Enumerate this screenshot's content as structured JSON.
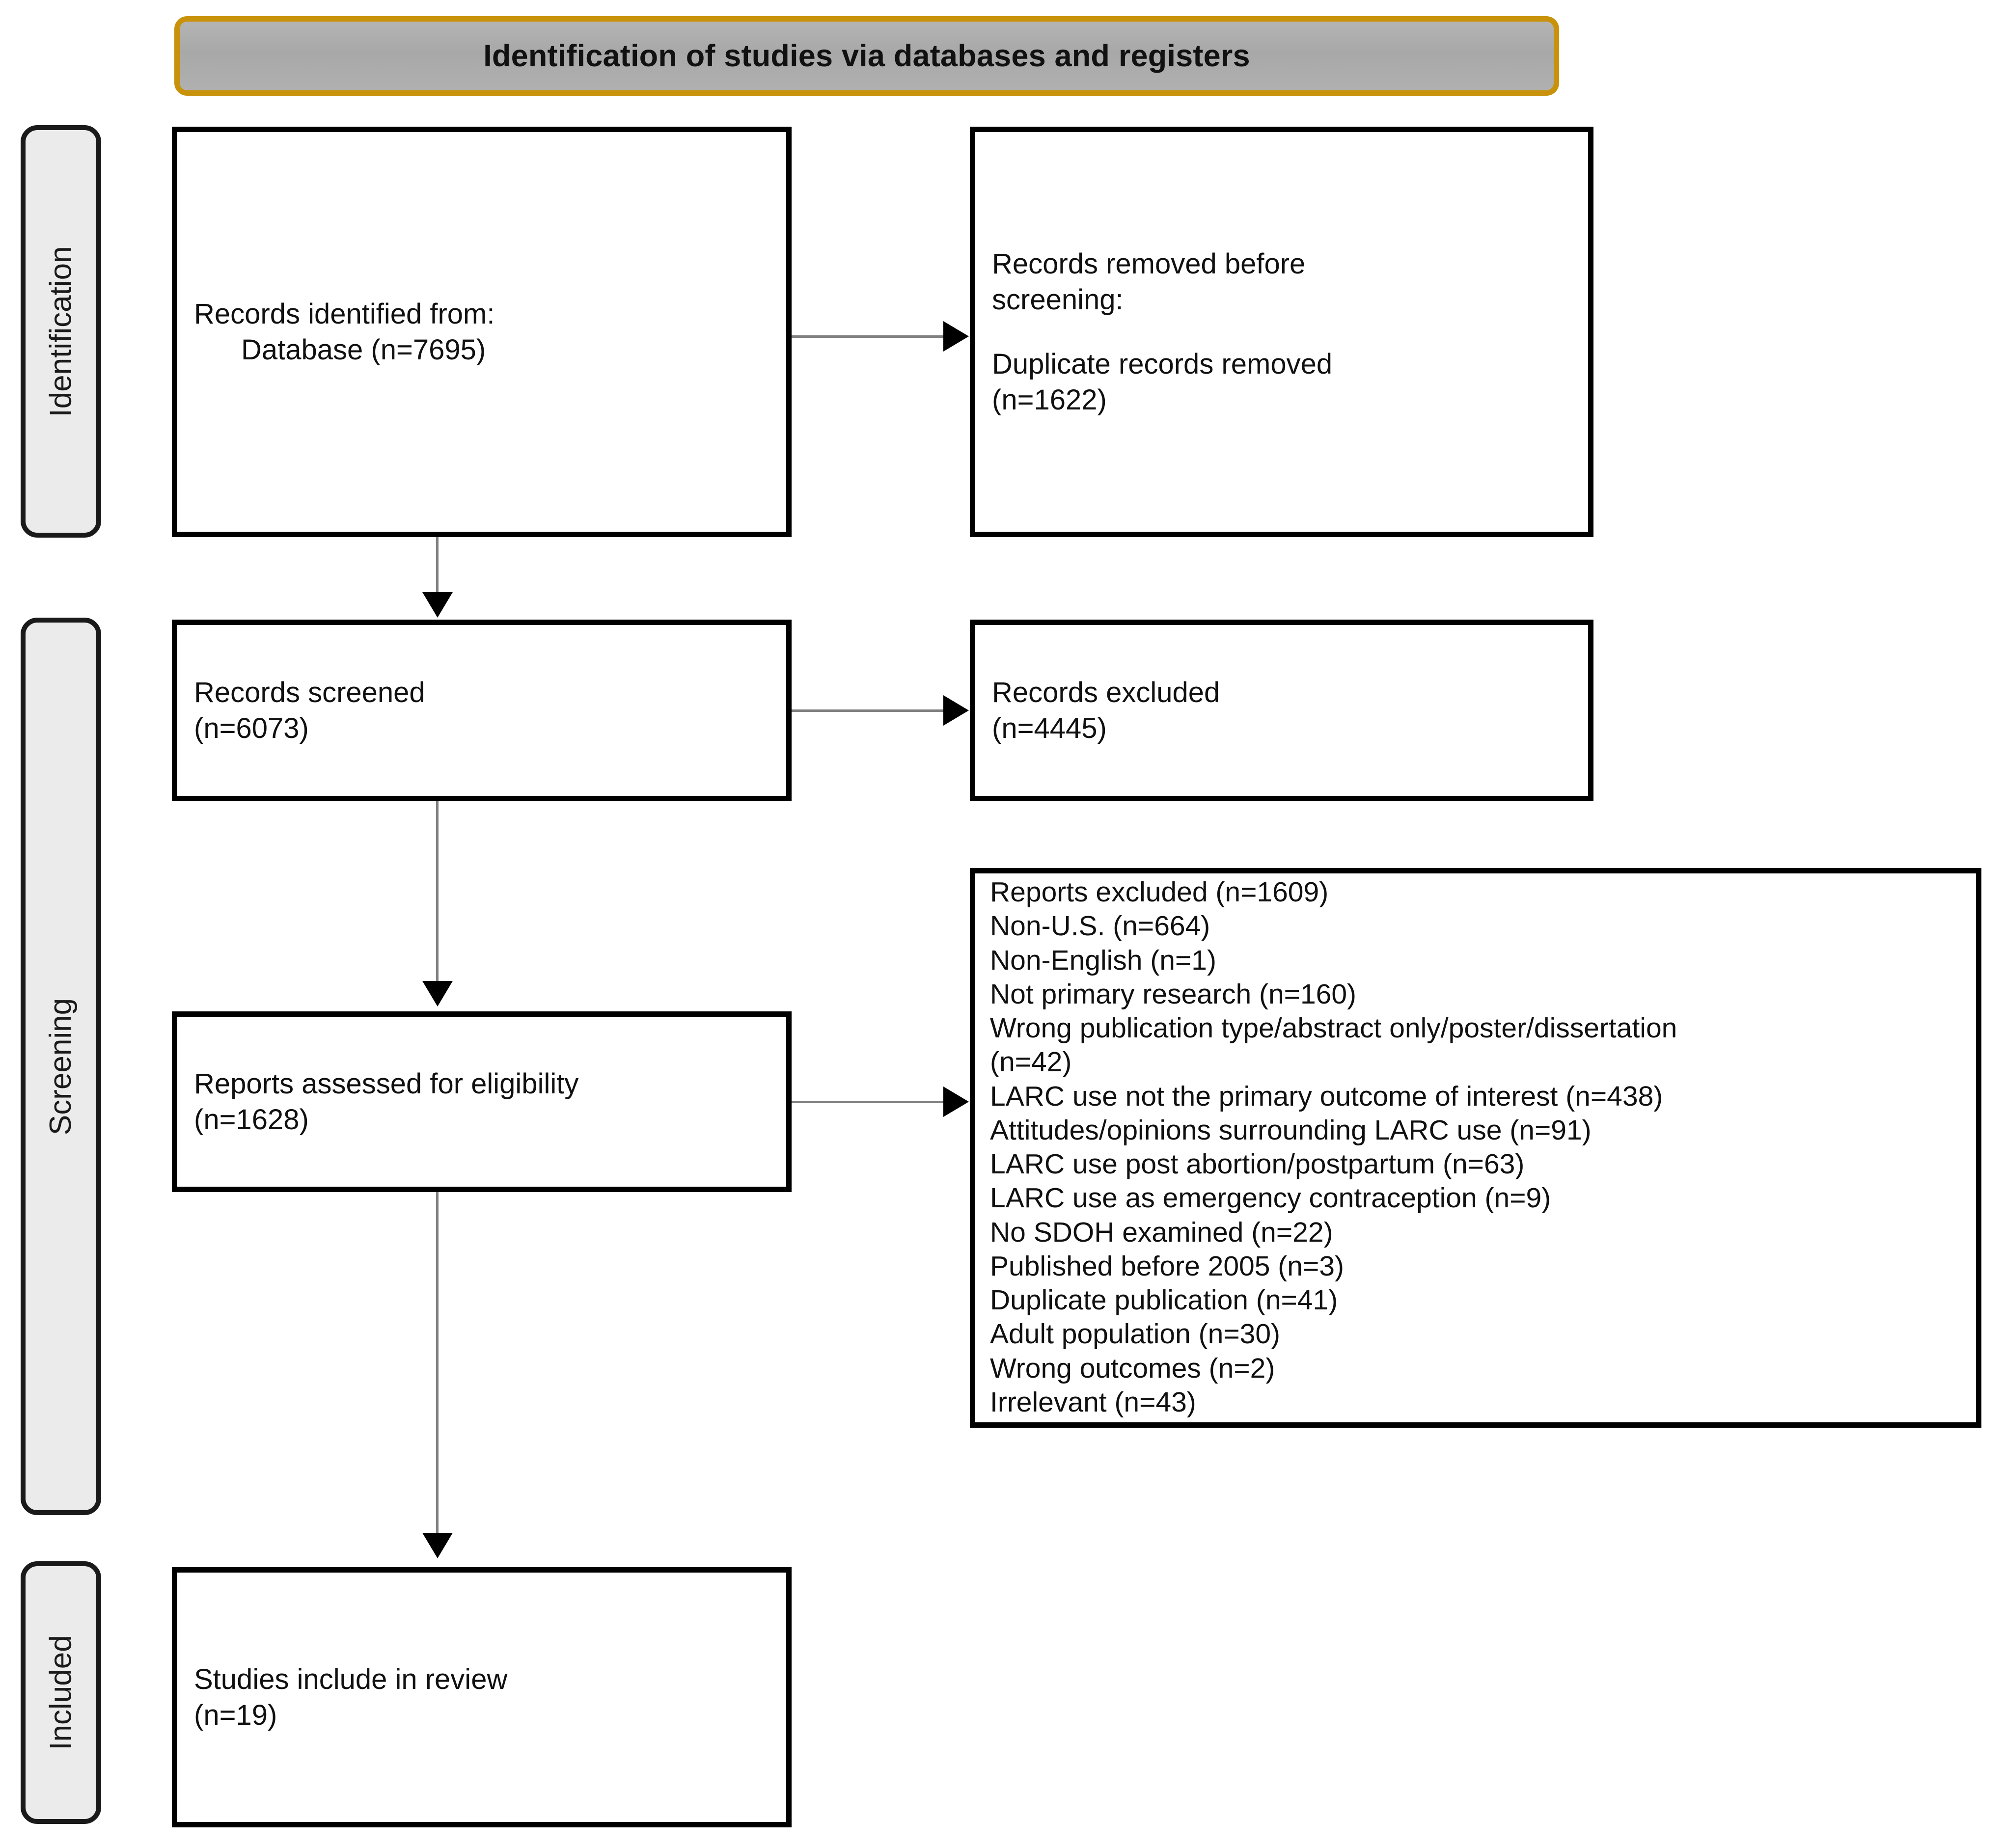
{
  "banner": {
    "title": "Identification of studies via databases and registers",
    "fill_color": "#ABABAB",
    "border_color": "#C8920A"
  },
  "stages": [
    {
      "id": "identification",
      "label": "Identification"
    },
    {
      "id": "screening",
      "label": "Screening"
    },
    {
      "id": "included",
      "label": "Included"
    }
  ],
  "boxes": {
    "identified": {
      "lines": [
        "Records identified from:",
        "Database (n=7695)"
      ],
      "count_label": "n=7695",
      "count": 7695
    },
    "removed": {
      "lines": [
        "Records removed before",
        "screening:",
        "",
        "Duplicate records removed",
        "(n=1622)"
      ],
      "count_label": "n=1622",
      "count": 1622
    },
    "screened": {
      "lines": [
        "Records screened",
        "(n=6073)"
      ],
      "count_label": "n=6073",
      "count": 6073
    },
    "excluded": {
      "lines": [
        "Records excluded",
        "(n=4445)"
      ],
      "count_label": "n=4445",
      "count": 4445
    },
    "eligibility": {
      "lines": [
        "Reports assessed for eligibility",
        "(n=1628)"
      ],
      "count_label": "n=1628",
      "count": 1628
    },
    "included": {
      "lines": [
        "Studies include in review",
        "(n=19)"
      ],
      "count_label": "n=19",
      "count": 19
    },
    "reasons": {
      "lines": [
        "Reports excluded (n=1609)",
        "Non-U.S. (n=664)",
        "Non-English (n=1)",
        "Not primary research (n=160)",
        "Wrong publication type/abstract only/poster/dissertation",
        "(n=42)",
        "LARC use not the primary outcome of interest (n=438)",
        "Attitudes/opinions surrounding LARC use (n=91)",
        "LARC use post abortion/postpartum (n=63)",
        "LARC use as emergency contraception (n=9)",
        "No SDOH examined (n=22)",
        "Published before 2005 (n=3)",
        "Duplicate publication (n=41)",
        "Adult population (n=30)",
        "Wrong outcomes (n=2)",
        "Irrelevant (n=43)"
      ],
      "total_label": "n=1609",
      "total": 1609,
      "reasons": [
        {
          "reason": "Non-U.S.",
          "count": 664
        },
        {
          "reason": "Non-English",
          "count": 1
        },
        {
          "reason": "Not primary research",
          "count": 160
        },
        {
          "reason": "Wrong publication type/abstract only/poster/dissertation",
          "count": 42
        },
        {
          "reason": "LARC use not the primary outcome of interest",
          "count": 438
        },
        {
          "reason": "Attitudes/opinions surrounding LARC use",
          "count": 91
        },
        {
          "reason": "LARC use post abortion/postpartum",
          "count": 63
        },
        {
          "reason": "LARC use as emergency contraception",
          "count": 9
        },
        {
          "reason": "No SDOH examined",
          "count": 22
        },
        {
          "reason": "Published before 2005",
          "count": 3
        },
        {
          "reason": "Duplicate publication",
          "count": 41
        },
        {
          "reason": "Adult population",
          "count": 30
        },
        {
          "reason": "Wrong outcomes",
          "count": 2
        },
        {
          "reason": "Irrelevant",
          "count": 43
        }
      ]
    }
  },
  "colors": {
    "box_border": "#000000",
    "box_fill": "#FFFFFF",
    "arrow_line": "#808080",
    "arrow_head": "#000000",
    "stage_fill": "#EBEBEB"
  }
}
